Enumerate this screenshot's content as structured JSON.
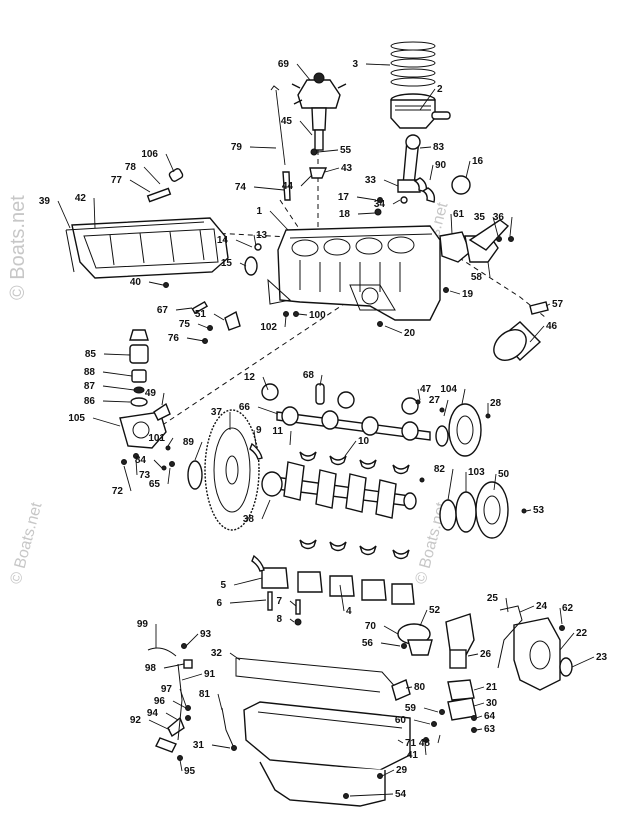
{
  "watermark": {
    "primary": "© Boats.net",
    "secondary": "© Boats.net"
  },
  "callouts": [
    "1",
    "2",
    "3",
    "4",
    "5",
    "6",
    "7",
    "8",
    "9",
    "10",
    "11",
    "12",
    "13",
    "14",
    "15",
    "16",
    "17",
    "18",
    "19",
    "20",
    "21",
    "22",
    "23",
    "24",
    "25",
    "26",
    "27",
    "28",
    "29",
    "30",
    "31",
    "32",
    "33",
    "34",
    "35",
    "36",
    "37",
    "38",
    "39",
    "40",
    "41",
    "42",
    "43",
    "44",
    "45",
    "46",
    "47",
    "48",
    "49",
    "50",
    "51",
    "52",
    "53",
    "54",
    "55",
    "56",
    "57",
    "58",
    "59",
    "60",
    "61",
    "62",
    "63",
    "64",
    "65",
    "66",
    "67",
    "68",
    "69",
    "70",
    "71",
    "72",
    "73",
    "74",
    "75",
    "76",
    "77",
    "78",
    "79",
    "80",
    "81",
    "82",
    "83",
    "84",
    "85",
    "86",
    "87",
    "88",
    "89",
    "90",
    "91",
    "92",
    "93",
    "94",
    "95",
    "96",
    "97",
    "98",
    "99",
    "100",
    "101",
    "102",
    "103",
    "104",
    "105",
    "106"
  ]
}
